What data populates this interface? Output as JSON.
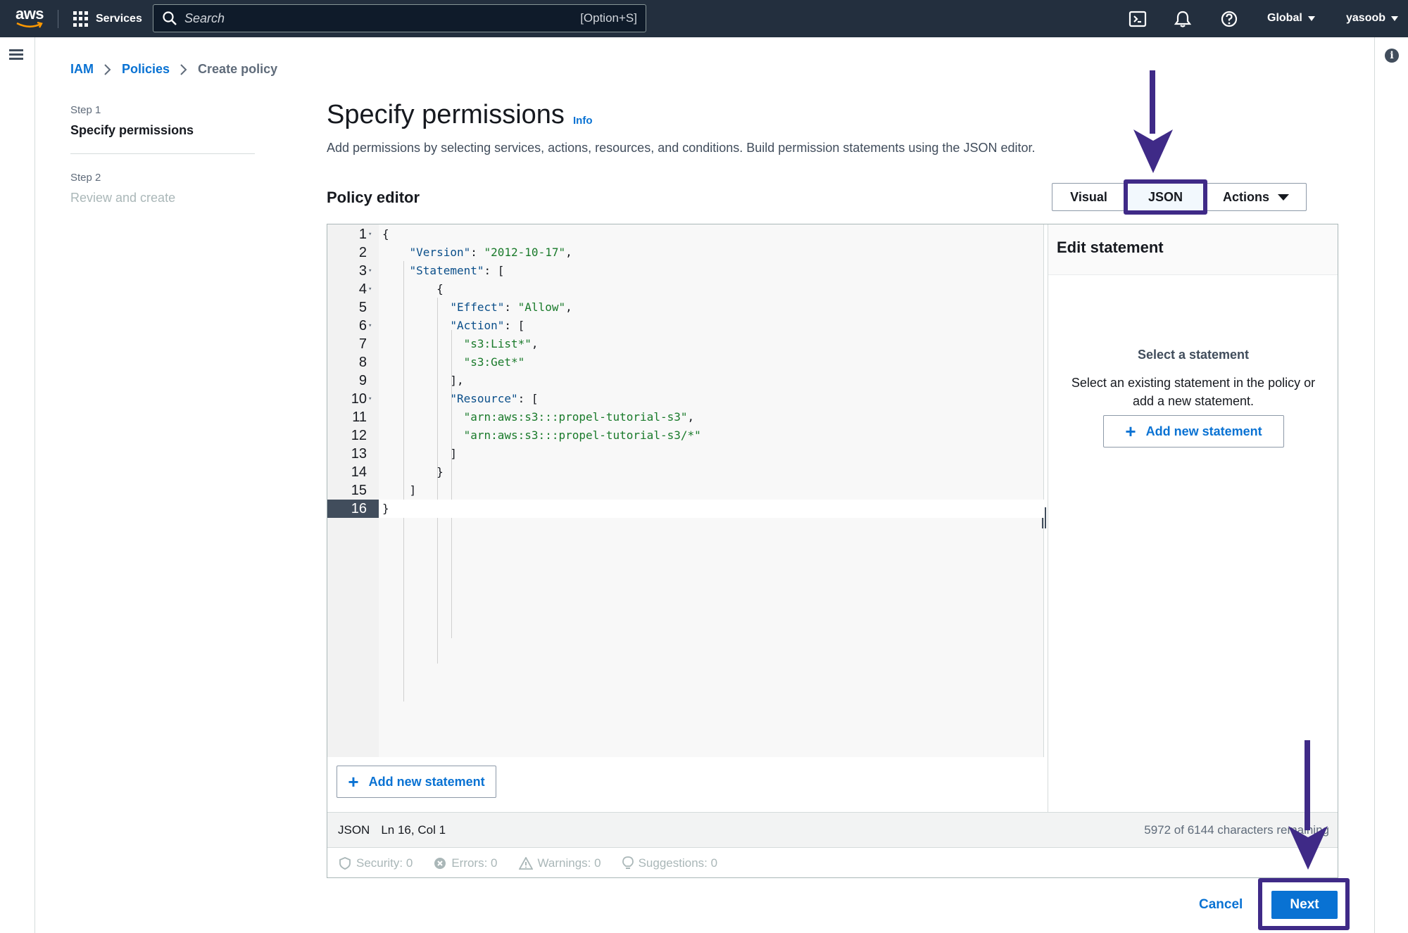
{
  "nav": {
    "logo": "aws",
    "services": "Services",
    "search_placeholder": "Search",
    "search_shortcut": "[Option+S]",
    "region": "Global",
    "user": "yasoob"
  },
  "breadcrumb": {
    "iam": "IAM",
    "policies": "Policies",
    "current": "Create policy"
  },
  "steps": [
    {
      "small": "Step 1",
      "title": "Specify permissions"
    },
    {
      "small": "Step 2",
      "title": "Review and create"
    }
  ],
  "header": {
    "title": "Specify permissions",
    "info": "Info",
    "description": "Add permissions by selecting services, actions, resources, and conditions. Build permission statements using the JSON editor."
  },
  "editor": {
    "title": "Policy editor",
    "tabs": {
      "visual": "Visual",
      "json": "JSON",
      "actions": "Actions"
    },
    "lines": [
      {
        "num": "1",
        "fold": true,
        "code": "{"
      },
      {
        "num": "2",
        "fold": false,
        "code": "    \"Version\": \"2012-10-17\","
      },
      {
        "num": "3",
        "fold": true,
        "code": "    \"Statement\": ["
      },
      {
        "num": "4",
        "fold": true,
        "code": "        {"
      },
      {
        "num": "5",
        "fold": false,
        "code": "          \"Effect\": \"Allow\","
      },
      {
        "num": "6",
        "fold": true,
        "code": "          \"Action\": ["
      },
      {
        "num": "7",
        "fold": false,
        "code": "            \"s3:List*\","
      },
      {
        "num": "8",
        "fold": false,
        "code": "            \"s3:Get*\""
      },
      {
        "num": "9",
        "fold": false,
        "code": "          ],"
      },
      {
        "num": "10",
        "fold": true,
        "code": "          \"Resource\": ["
      },
      {
        "num": "11",
        "fold": false,
        "code": "            \"arn:aws:s3:::propel-tutorial-s3\","
      },
      {
        "num": "12",
        "fold": false,
        "code": "            \"arn:aws:s3:::propel-tutorial-s3/*\""
      },
      {
        "num": "13",
        "fold": false,
        "code": "          ]"
      },
      {
        "num": "14",
        "fold": false,
        "code": "        }"
      },
      {
        "num": "15",
        "fold": false,
        "code": "    ]"
      },
      {
        "num": "16",
        "fold": false,
        "code": "}"
      }
    ],
    "add_statement": "Add new statement",
    "status_lang": "JSON",
    "status_pos": "Ln 16, Col 1",
    "status_remaining": "5972 of 6144 characters remaining",
    "validations": {
      "security": "Security: 0",
      "errors": "Errors: 0",
      "warnings": "Warnings: 0",
      "suggestions": "Suggestions: 0"
    }
  },
  "statement_panel": {
    "title": "Edit statement",
    "empty_title": "Select a statement",
    "empty_desc_1": "Select an existing statement in the policy or",
    "empty_desc_2": "add a new statement.",
    "add_button": "Add new statement"
  },
  "footer": {
    "cancel": "Cancel",
    "next": "Next"
  },
  "colors": {
    "nav_bg": "#232f3e",
    "link": "#0972d3",
    "annotation": "#3f2a87",
    "primary": "#0972d3"
  }
}
